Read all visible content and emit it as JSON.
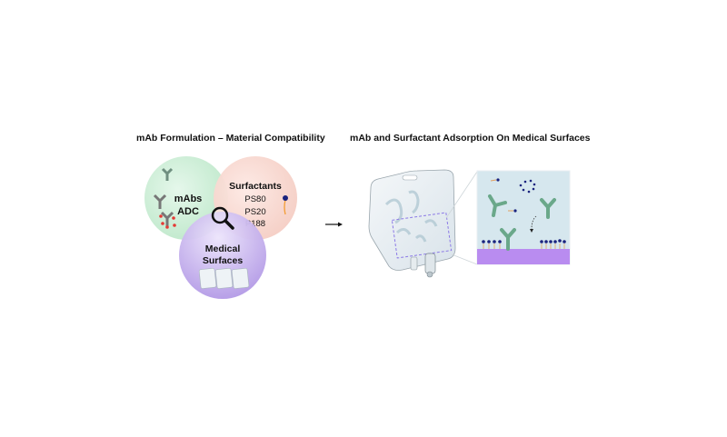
{
  "left_panel": {
    "title": "mAb Formulation – Material Compatibility",
    "circle_mabs": {
      "line1": "mAbs",
      "line2": "ADC"
    },
    "circle_surfactants": {
      "title": "Surfactants",
      "items": [
        "PS80",
        "PS20",
        "P188"
      ]
    },
    "circle_surfaces": {
      "line1": "Medical",
      "line2": "Surfaces"
    }
  },
  "right_panel": {
    "title": "mAb and Surfactant Adsorption On Medical Surfaces"
  },
  "colors": {
    "mabs_circle": "#cdeed7",
    "surfactants_circle": "#f8d9d2",
    "surfaces_circle": "#c6b3ee",
    "antibody": "#6aa88a",
    "surface": "#b98cf0",
    "inset_bg": "#d6e7ee",
    "surfactant_head": "#1a237e"
  }
}
